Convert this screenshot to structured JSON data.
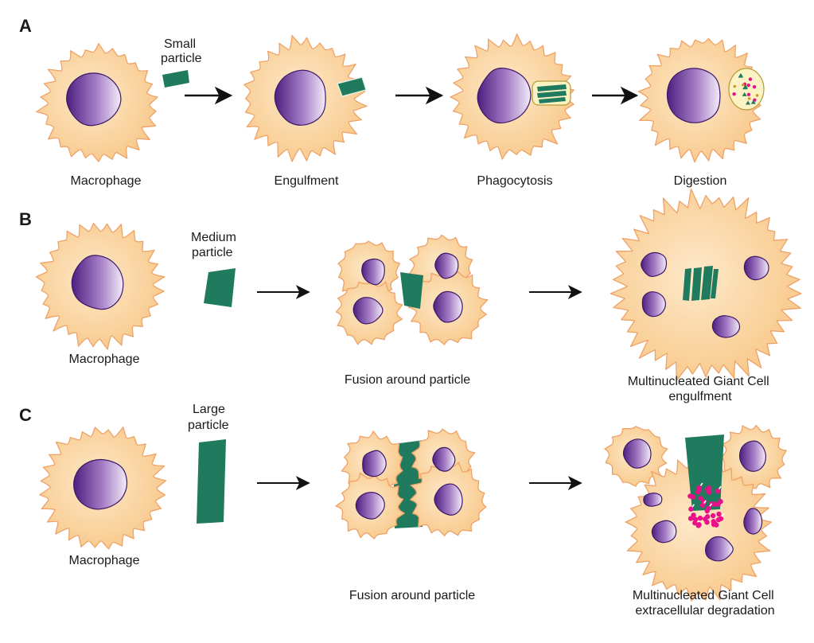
{
  "panels": {
    "A": {
      "letter": "A",
      "particle_label": [
        "Small",
        "particle"
      ],
      "labels": [
        "Macrophage",
        "Engulfment",
        "Phagocytosis",
        "Digestion"
      ]
    },
    "B": {
      "letter": "B",
      "particle_label": [
        "Medium",
        "particle"
      ],
      "labels": [
        "Macrophage",
        "Fusion around particle"
      ],
      "result_label": [
        "Multinucleated Giant Cell",
        "engulfment"
      ]
    },
    "C": {
      "letter": "C",
      "particle_label": [
        "Large",
        "particle"
      ],
      "labels": [
        "Macrophage",
        "Fusion around particle"
      ],
      "result_label": [
        "Multinucleated Giant Cell",
        "extracellular degradation"
      ]
    }
  },
  "colors": {
    "cytoplasm": "#fbd8a4",
    "cytoplasm_edge": "#eea268",
    "nucleus_dark": "#5a2a8a",
    "nucleus_light": "#f2eaf8",
    "particle": "#1f7a5e",
    "enzyme": "#e8118a",
    "arrow": "#111111"
  }
}
